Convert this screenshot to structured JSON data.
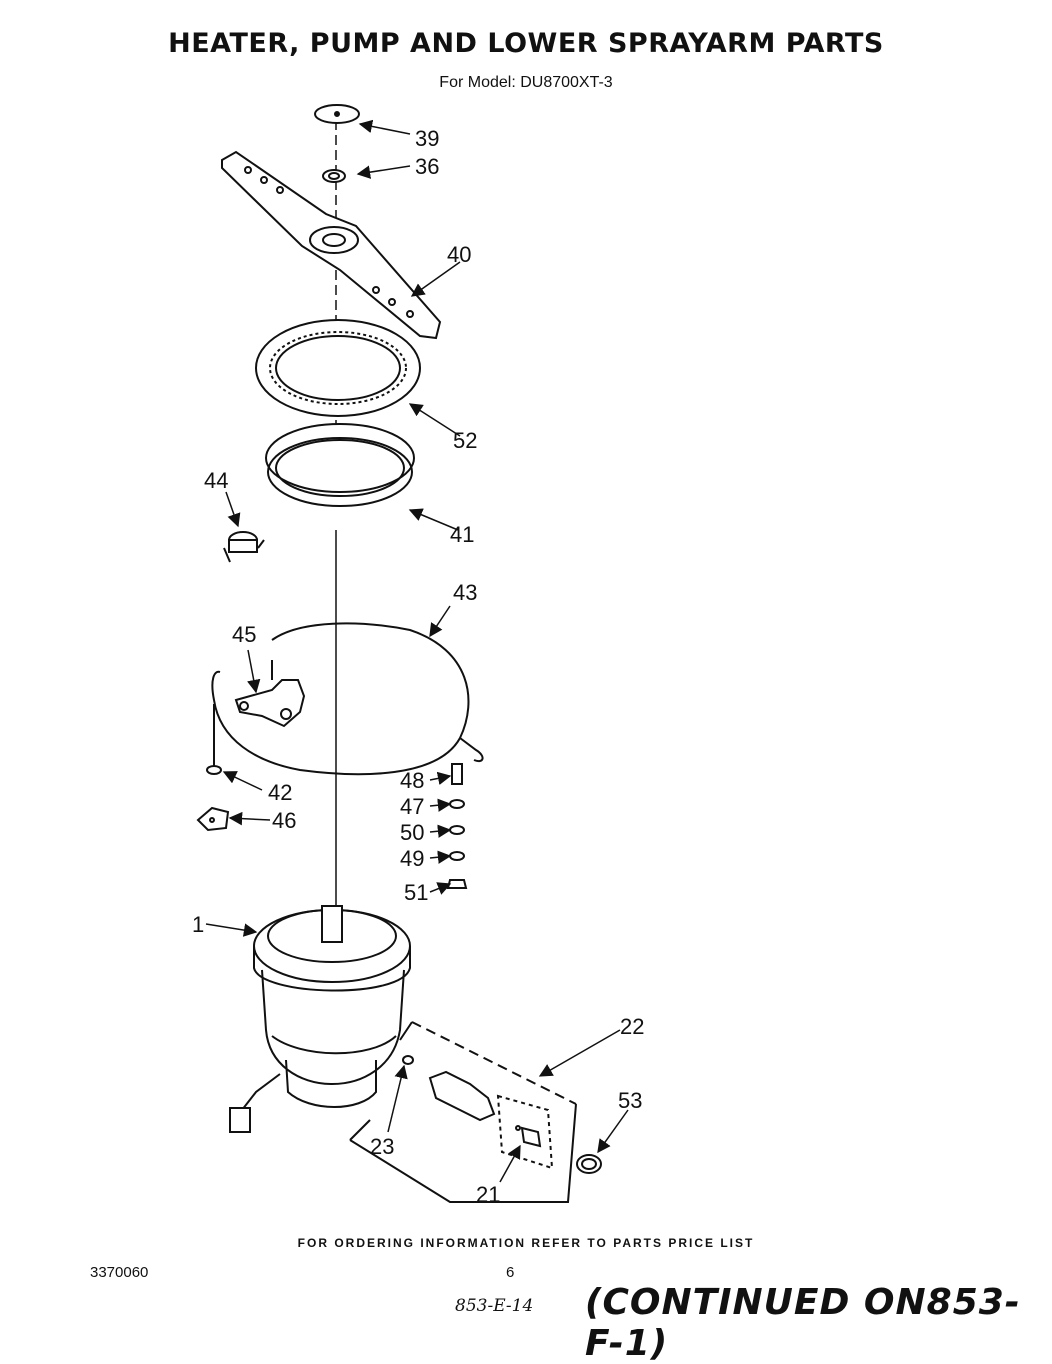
{
  "header": {
    "title": "HEATER, PUMP AND LOWER SPRAYARM PARTS",
    "subtitle": "For Model: DU8700XT-3"
  },
  "callouts": {
    "p39": "39",
    "p36": "36",
    "p40": "40",
    "p52": "52",
    "p44": "44",
    "p41": "41",
    "p43": "43",
    "p45": "45",
    "p48": "48",
    "p42": "42",
    "p47": "47",
    "p46": "46",
    "p50": "50",
    "p49": "49",
    "p51": "51",
    "p1": "1",
    "p22": "22",
    "p53": "53",
    "p23": "23",
    "p21": "21"
  },
  "footer": {
    "order_note": "FOR ORDERING INFORMATION REFER TO PARTS PRICE LIST",
    "doc_number": "3370060",
    "page_number": "6",
    "handwritten_ref": "853-E-14",
    "continued_note": "(CONTINUED ON853-F-1)"
  }
}
